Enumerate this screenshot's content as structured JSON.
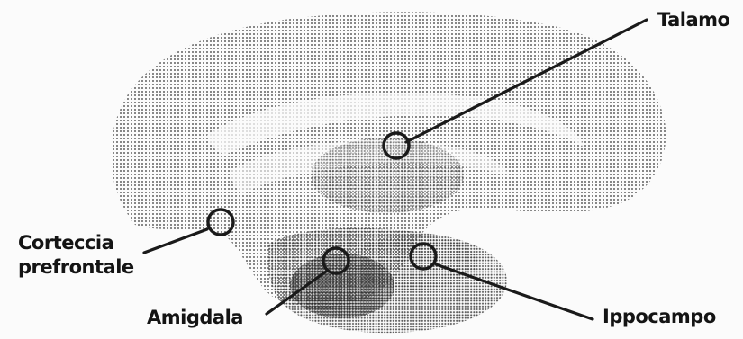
{
  "figure": {
    "colors": {
      "dots": "#3a3a3a",
      "leader_line": "#1a1a1a",
      "marker_stroke": "#1a1a1a",
      "label_text": "#141414",
      "background": "#fbfbfb"
    },
    "labels": {
      "talamo": "Talamo",
      "corteccia_line1": "Corteccia",
      "corteccia_line2": "prefrontale",
      "amigdala": "Amigdala",
      "ippocampo": "Ippocampo"
    }
  }
}
